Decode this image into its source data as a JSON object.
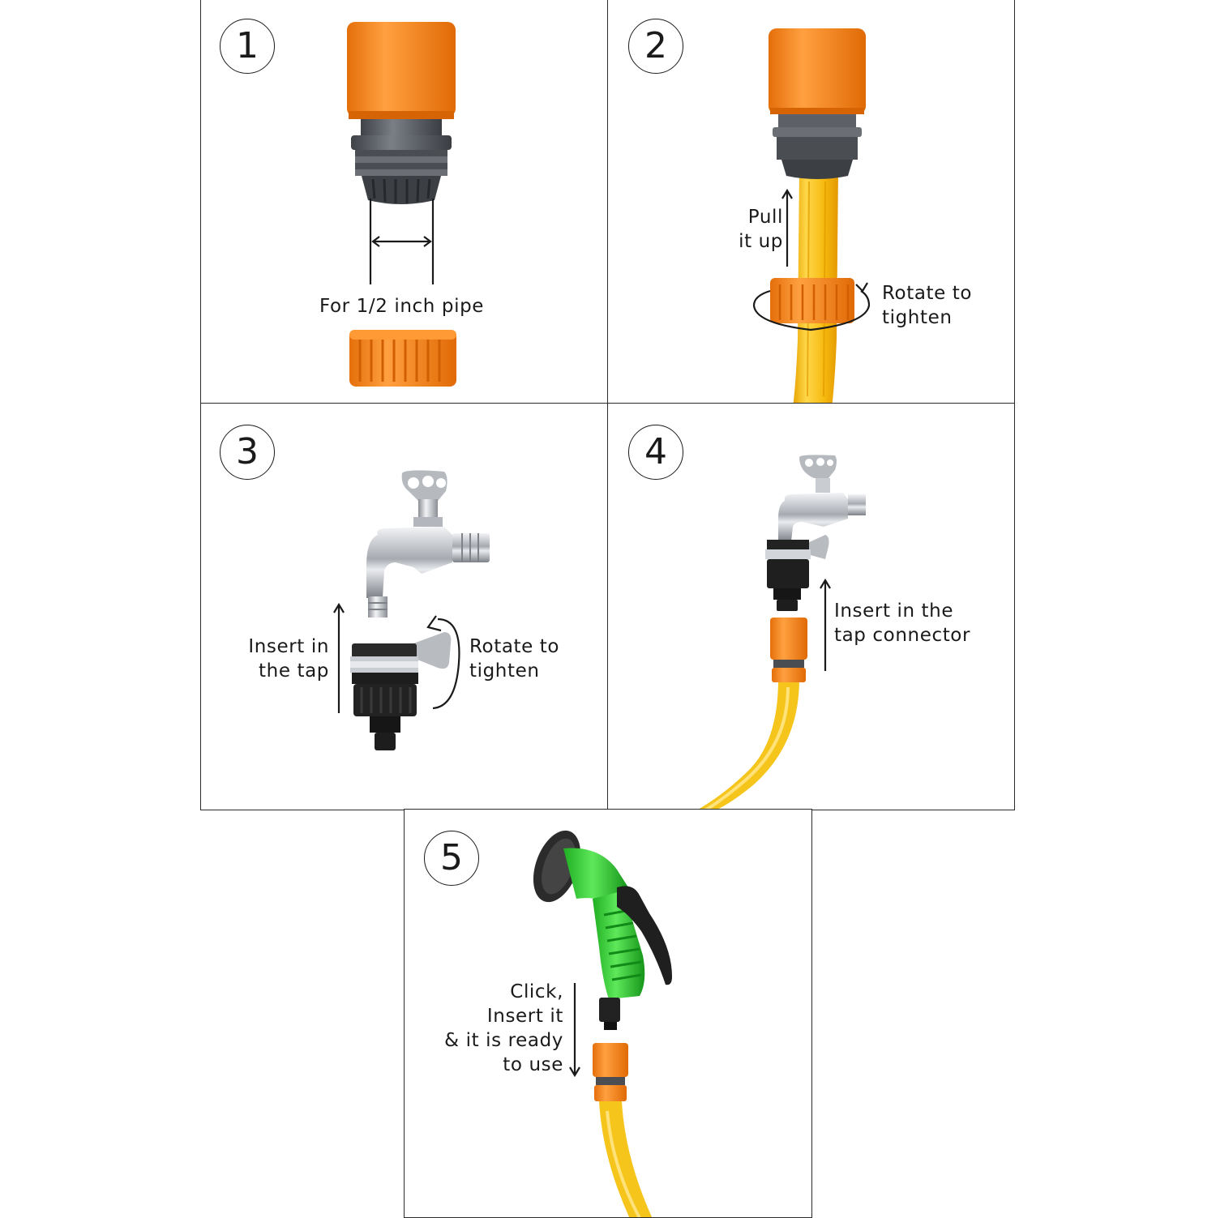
{
  "steps": [
    {
      "number": "1",
      "caption": "For 1/2 inch pipe"
    },
    {
      "number": "2",
      "caption_a_1": "Pull",
      "caption_a_2": "it up",
      "caption_b_1": "Rotate to",
      "caption_b_2": "tighten"
    },
    {
      "number": "3",
      "caption_a_1": "Insert in",
      "caption_a_2": "the tap",
      "caption_b_1": "Rotate to",
      "caption_b_2": "tighten"
    },
    {
      "number": "4",
      "caption_1": "Insert in the",
      "caption_2": "tap connector"
    },
    {
      "number": "5",
      "caption_1": "Click,",
      "caption_2": "Insert it",
      "caption_3": "& it is ready",
      "caption_4": "to use"
    }
  ],
  "colors": {
    "orange": "#f7861c",
    "dark_grey": "#555a60",
    "hose_yellow": "#f5c51c",
    "spray_green": "#3fd13b",
    "chrome": "#c9ccd1",
    "black": "#1d1d1d"
  },
  "icons": [
    "orange-hose-connector",
    "orange-nut",
    "yellow-hose",
    "chrome-tap",
    "black-tap-adapter",
    "green-spray-gun"
  ]
}
